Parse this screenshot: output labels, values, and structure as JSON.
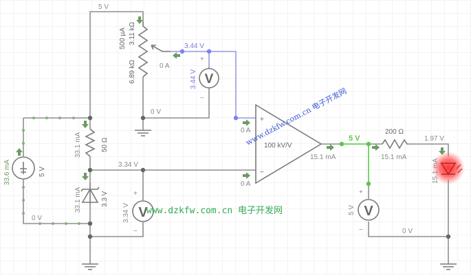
{
  "circuit": {
    "supply": {
      "voltage_label": "5 V",
      "current_label": "33.6 mA",
      "value_label": "5 V"
    },
    "top_rail": {
      "voltage_label": "5 V"
    },
    "potentiometer": {
      "current_label": "500 µA",
      "upper_resistance": "3.11 kΩ",
      "lower_resistance": "6.89 kΩ",
      "wiper_current": "0 A",
      "wiper_voltage": "3.44 V",
      "bottom_voltage": "0 V"
    },
    "voltmeter_top": {
      "reading": "3.44 V",
      "plus": "+",
      "minus": "−",
      "glyph": "V"
    },
    "series_resistor": {
      "value": "50 Ω",
      "current": "33.1 mA"
    },
    "zener": {
      "value": "3.3 V",
      "current": "33.1 mA"
    },
    "node_ref_voltage": "3.34 V",
    "voltmeter_ref": {
      "reading": "3.34 V",
      "plus": "+",
      "minus": "−",
      "glyph": "V"
    },
    "left_bottom_voltage": "0 V",
    "opamp": {
      "gain": "100 kV/V",
      "plus_symbol": "+",
      "minus_symbol": "−",
      "plus_current": "0 A",
      "minus_current": "0 A",
      "output_current": "15.1 mA"
    },
    "output_node_voltage": "5 V",
    "voltmeter_out": {
      "reading": "5 V",
      "plus": "+",
      "minus": "−",
      "glyph": "V"
    },
    "led_resistor": {
      "value": "200 Ω",
      "current": "15.1 mA"
    },
    "led": {
      "anode_voltage": "1.97 V",
      "current": "15.1 mA",
      "color": "#ff3030"
    },
    "right_bottom_voltage": "0 V"
  },
  "watermarks": {
    "diagonal": "www.dzkfw.com.cn 电子开发网",
    "horizontal": "www.dzkfw.com.cn 电子开发网"
  }
}
